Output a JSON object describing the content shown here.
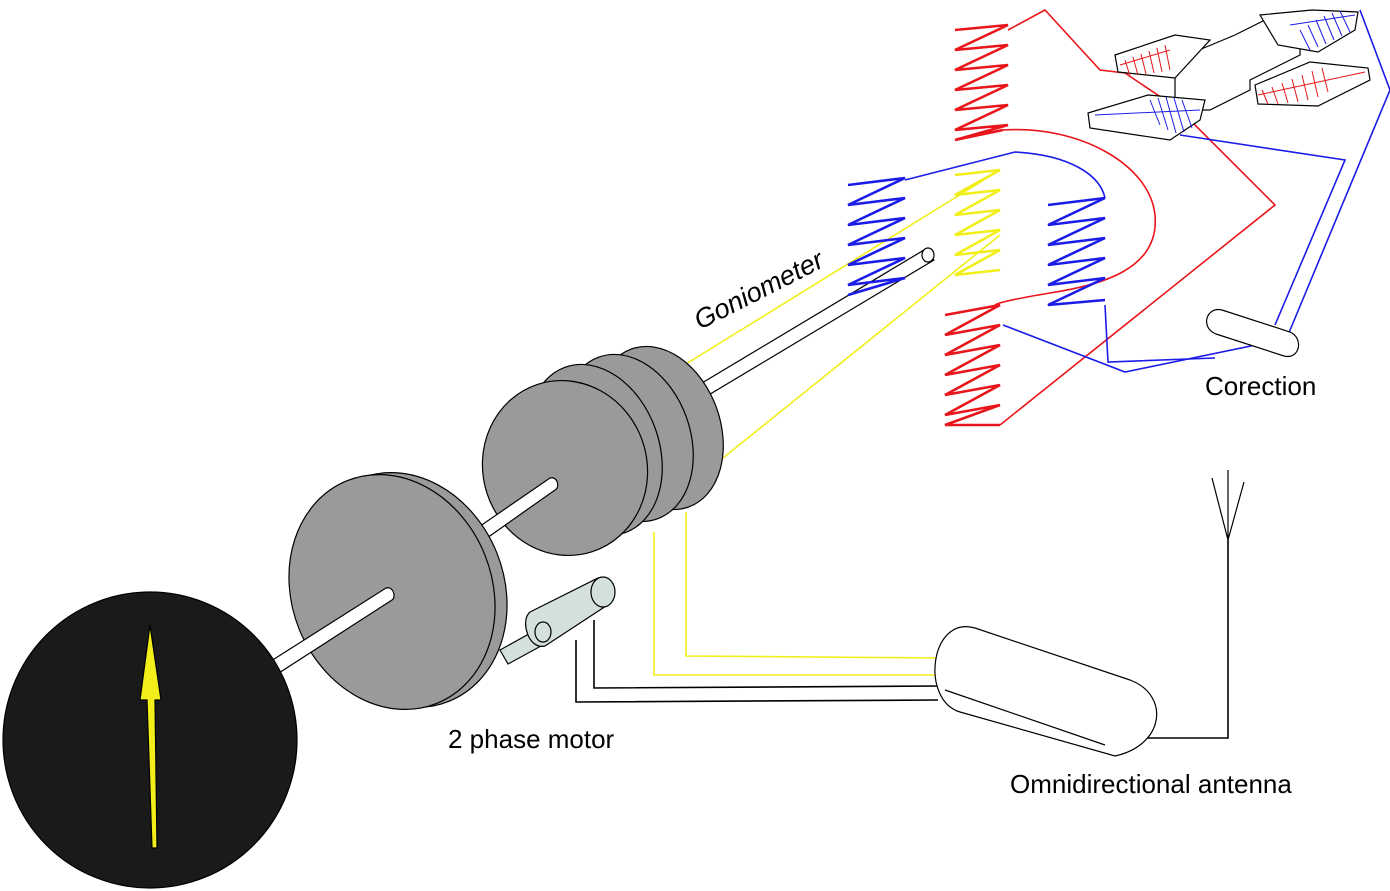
{
  "labels": {
    "goniometer": "Goniometer",
    "correction": "Corection",
    "motor": "2 phase motor",
    "antenna": "Omnidirectional antenna"
  },
  "colors": {
    "red": "#e8161b",
    "blue": "#1c1ce8",
    "yellow": "#f2ee1a",
    "gray": "#9a9a9a",
    "dial": "#1a1a1a",
    "pointer": "#f2ee1a",
    "motor": "#d3e0dc"
  }
}
